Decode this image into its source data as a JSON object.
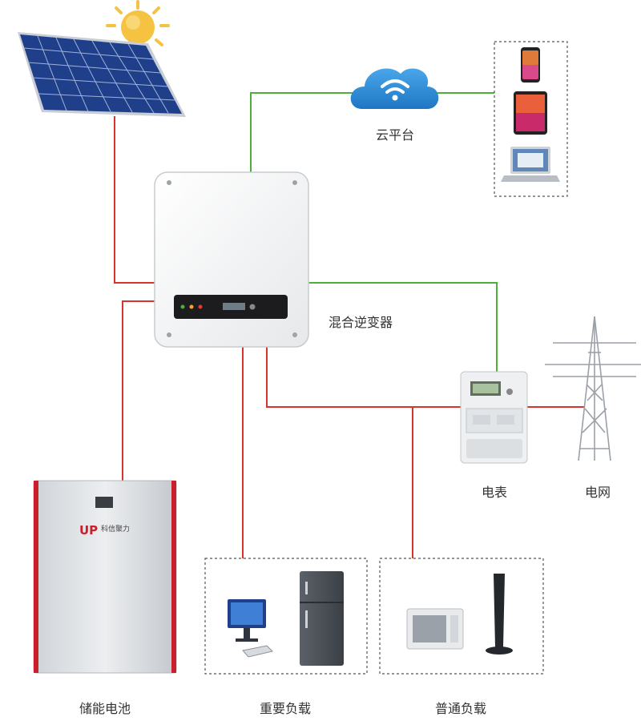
{
  "labels": {
    "cloud": "云平台",
    "inverter": "混合逆变器",
    "meter": "电表",
    "grid": "电网",
    "battery": "储能电池",
    "critical_load": "重要负载",
    "normal_load": "普通负载"
  },
  "battery_brand": {
    "logo_text": "UP",
    "name": "科信聚力"
  },
  "colors": {
    "power_line": "#d9342b",
    "data_line": "#4caf3a",
    "cloud": "#2f8ed8",
    "sun": "#f5c242",
    "panel": "#1f3f8a",
    "logo": "#c8202a"
  }
}
